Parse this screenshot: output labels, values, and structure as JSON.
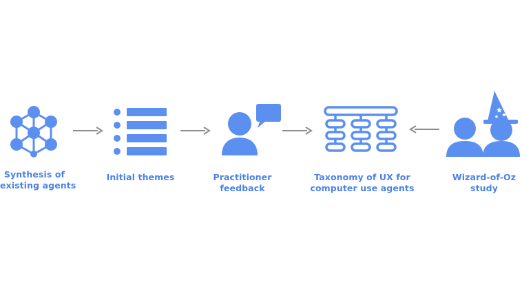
{
  "colors": {
    "accent": "#5b8ff0",
    "label": "#4b82e6",
    "arrow": "#8c8c8c",
    "background": "#ffffff"
  },
  "steps": [
    {
      "id": "synthesis",
      "icon": "network-graph-icon",
      "label_lines": [
        "Synthesis of",
        "existing agents"
      ]
    },
    {
      "id": "themes",
      "icon": "bulleted-list-icon",
      "label_lines": [
        "Initial themes"
      ]
    },
    {
      "id": "feedback",
      "icon": "person-speech-bubble-icon",
      "label_lines": [
        "Practitioner",
        "feedback"
      ]
    },
    {
      "id": "taxonomy",
      "icon": "hierarchy-tree-icon",
      "label_lines": [
        "Taxonomy of UX for",
        "computer use agents"
      ]
    },
    {
      "id": "woz",
      "icon": "person-and-wizard-icon",
      "label_lines": [
        "Wizard-of-Oz",
        "study"
      ]
    }
  ],
  "arrows": [
    {
      "from": "synthesis",
      "to": "themes",
      "direction": "right"
    },
    {
      "from": "themes",
      "to": "feedback",
      "direction": "right"
    },
    {
      "from": "feedback",
      "to": "taxonomy",
      "direction": "right"
    },
    {
      "from": "woz",
      "to": "taxonomy",
      "direction": "left"
    }
  ]
}
